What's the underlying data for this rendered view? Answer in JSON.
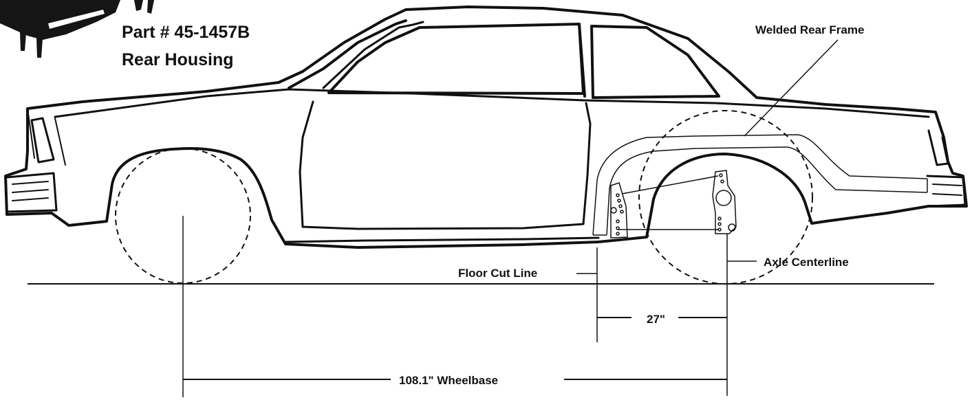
{
  "part": {
    "number": "Part # 45-1457B",
    "name": "Rear Housing"
  },
  "labels": {
    "welded_rear_frame": "Welded Rear Frame",
    "floor_cut_line": "Floor Cut Line",
    "axle_centerline": "Axle Centerline",
    "dimension_27": "27\"",
    "wheelbase": "108.1\" Wheelbase"
  },
  "colors": {
    "ink": "#111111",
    "background": "#ffffff"
  }
}
